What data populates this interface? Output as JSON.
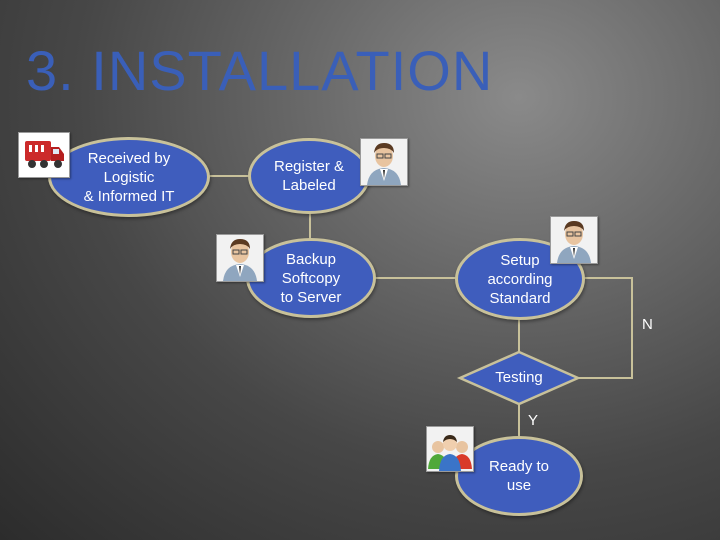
{
  "title": {
    "number": "3.",
    "text": "INSTALLATION"
  },
  "nodes": {
    "received": "Received by\nLogistic\n& Informed IT",
    "register": "Register &\nLabeled",
    "backup": "Backup\nSoftcopy\nto Server",
    "setup": "Setup\naccording\nStandard",
    "testing": "Testing",
    "ready": "Ready to\nuse"
  },
  "edge_labels": {
    "no": "N",
    "yes": "Y"
  },
  "icons": {
    "truck": "truck-icon",
    "person": "person-icon",
    "group": "user-group-icon"
  },
  "colors": {
    "title": "#3a5fb8",
    "node_fill": "#3f5dbd",
    "node_border": "#c8c19a",
    "connector": "#c8c19a"
  }
}
